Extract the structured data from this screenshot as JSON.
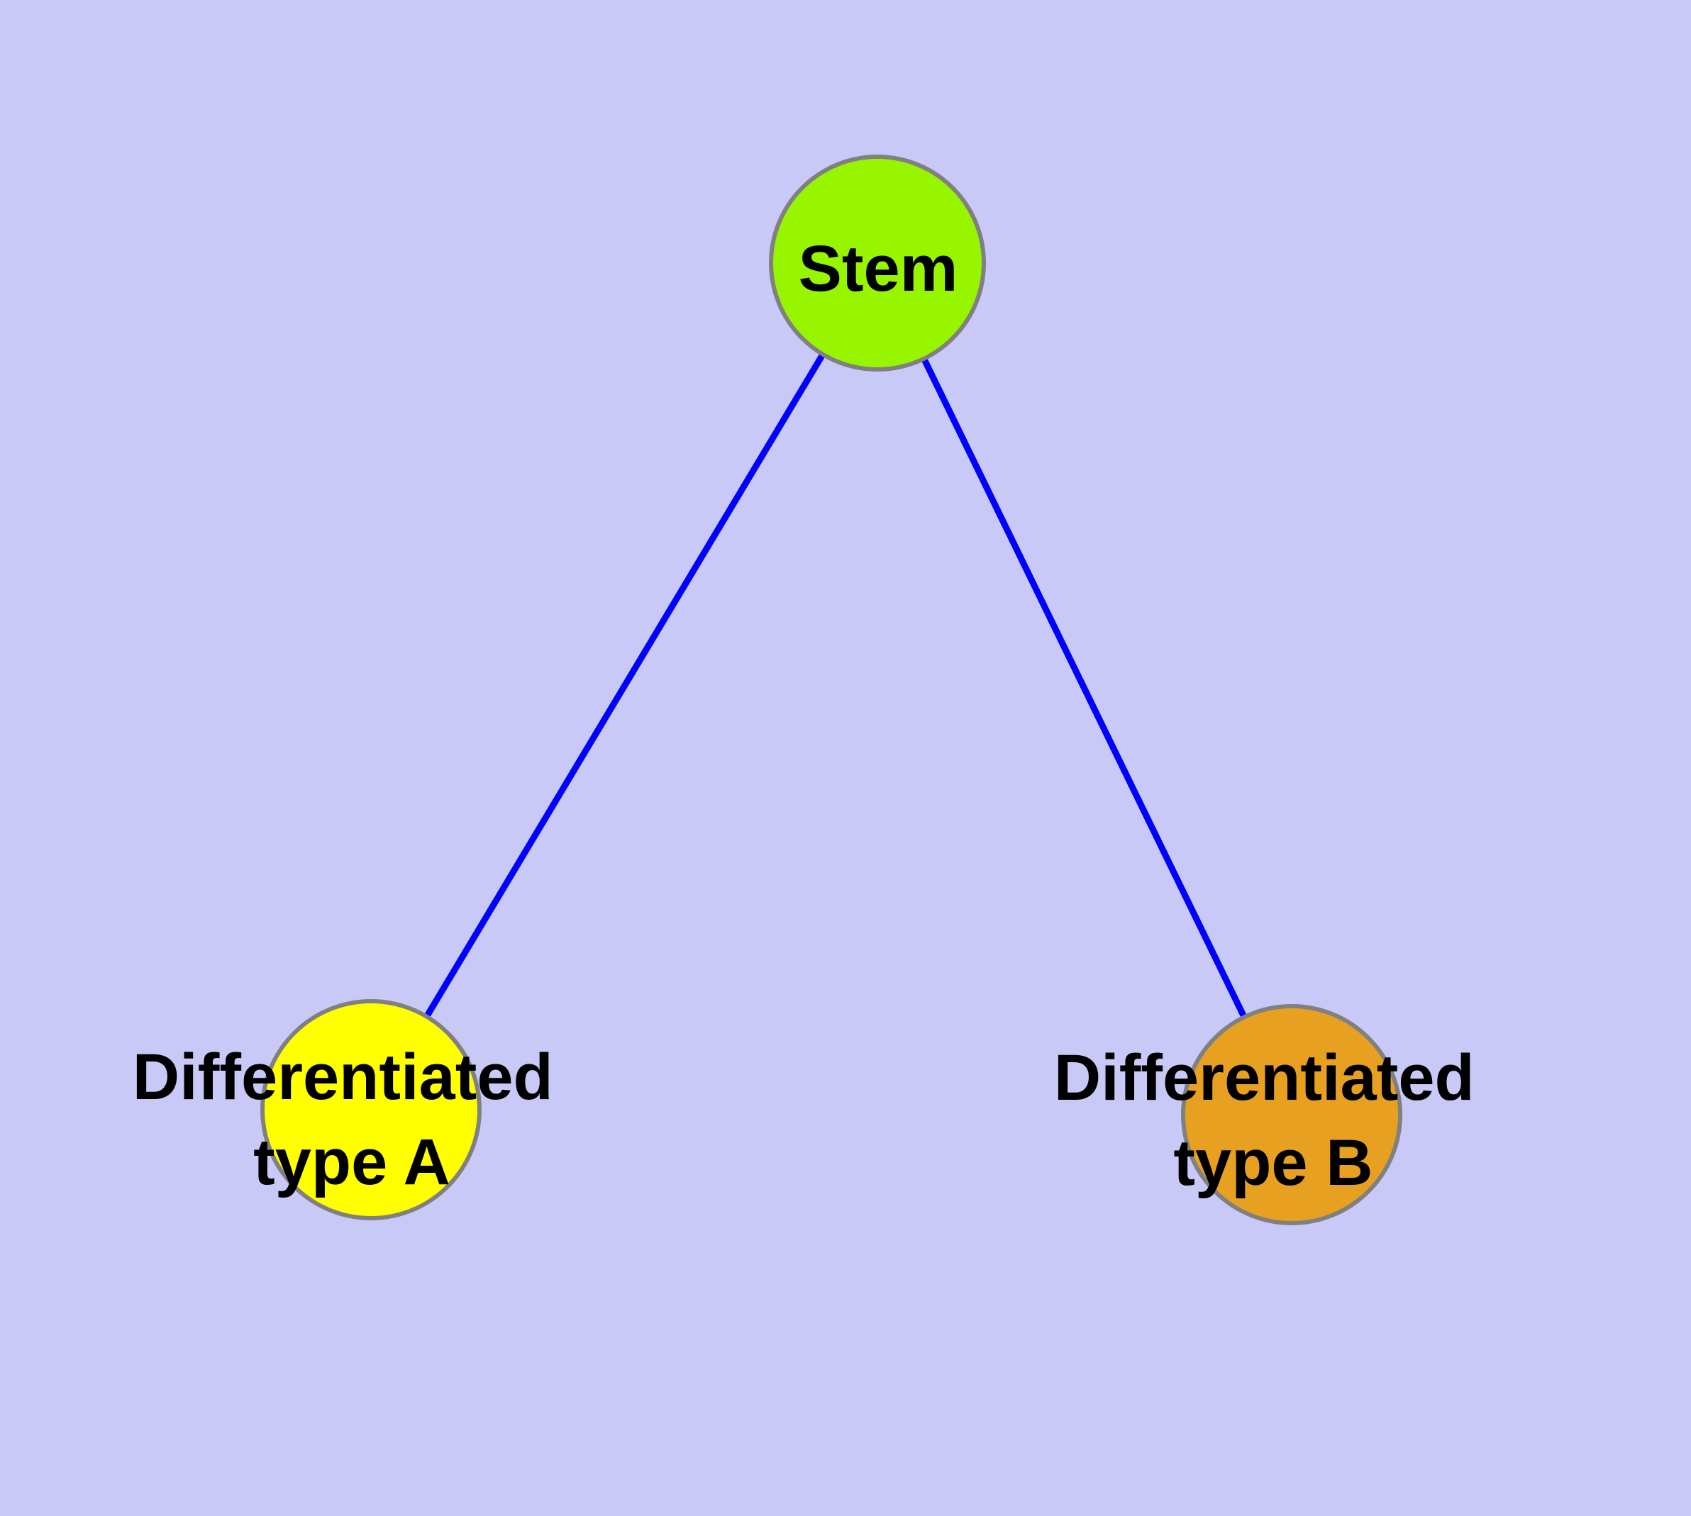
{
  "diagram": {
    "type": "node-edge-graph",
    "description": "Stem cell differentiation tree",
    "background_color": "#c9c9f7",
    "edge_color": "#0000ff",
    "node_border_color": "#808080",
    "label_color": "#000000",
    "nodes": [
      {
        "id": "stem",
        "label": "Stem",
        "label_lines": [
          "Stem"
        ],
        "color": "#98f500"
      },
      {
        "id": "type-a",
        "label": "Differentiated type A",
        "label_lines": [
          "Differentiated",
          "type A"
        ],
        "color": "#ffff00"
      },
      {
        "id": "type-b",
        "label": "Differentiated type B",
        "label_lines": [
          "Differentiated",
          "type B"
        ],
        "color": "#e8a020"
      }
    ],
    "edges": [
      {
        "source": "Stem",
        "target": "Differentiated type A"
      },
      {
        "source": "Stem",
        "target": "Differentiated type B"
      }
    ]
  }
}
